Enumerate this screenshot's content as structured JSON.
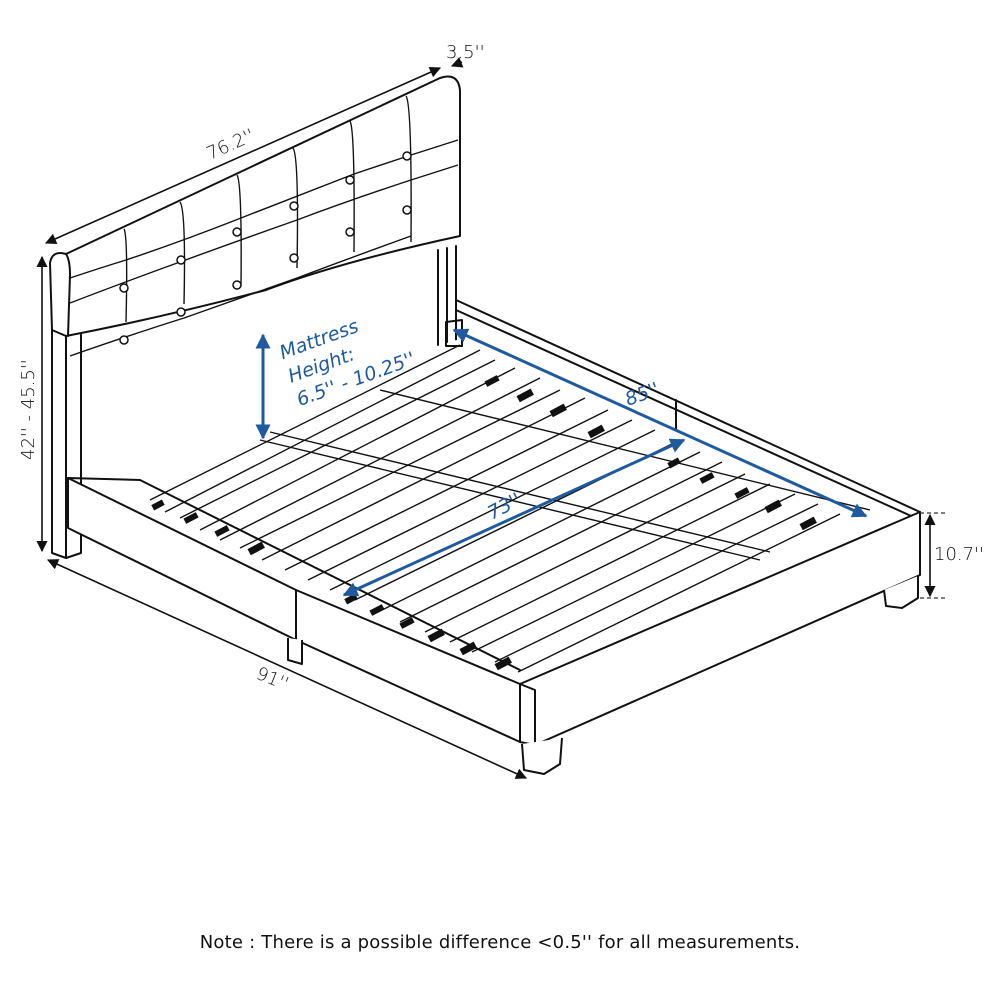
{
  "diagram": {
    "subject": "Upholstered tufted platform bed frame",
    "colors": {
      "line": "#111111",
      "accent_blue": "#1f5a9e",
      "background": "#ffffff"
    },
    "dimensions": {
      "headboard_width": "76.2''",
      "headboard_depth": "3.5''",
      "headboard_height": "42'' - 45.5''",
      "mattress_height_label": "Mattress",
      "mattress_height_label_2": "Height:",
      "mattress_height_range": "6.5'' - 10.25''",
      "inner_length": "85''",
      "inner_width": "73''",
      "frame_height": "10.7''",
      "overall_length": "91''"
    },
    "headboard": {
      "tuft_columns": 7,
      "tuft_rows": 3
    }
  },
  "note": "Note : There is a possible difference <0.5'' for all measurements."
}
